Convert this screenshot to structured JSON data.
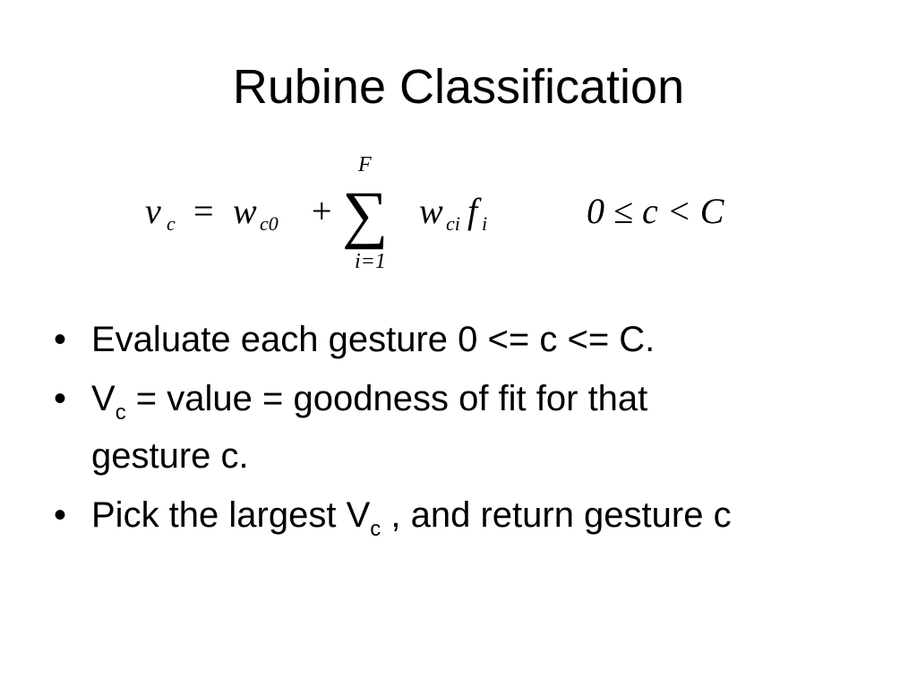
{
  "slide": {
    "title": "Rubine Classification",
    "formula": {
      "lhs_var": "v",
      "lhs_sub": "c",
      "equals": "=",
      "w0_var": "w",
      "w0_sub": "c0",
      "plus": "+",
      "sum_symbol": "∑",
      "sum_upper": "F",
      "sum_lower": "i=1",
      "wi_var": "w",
      "wi_sub": "ci",
      "f_var": "f",
      "f_sub": "i",
      "constraint": "0 ≤ c < C"
    },
    "bullet_marker": "•",
    "bullets": [
      {
        "text": "Evaluate each gesture 0 <= c <= C."
      },
      {
        "pre": "V",
        "sub": "c",
        "post": " = value = goodness of fit for that",
        "cont": "gesture c."
      },
      {
        "pre": "Pick the largest V",
        "sub": "c",
        "post": " , and return gesture c"
      }
    ]
  }
}
